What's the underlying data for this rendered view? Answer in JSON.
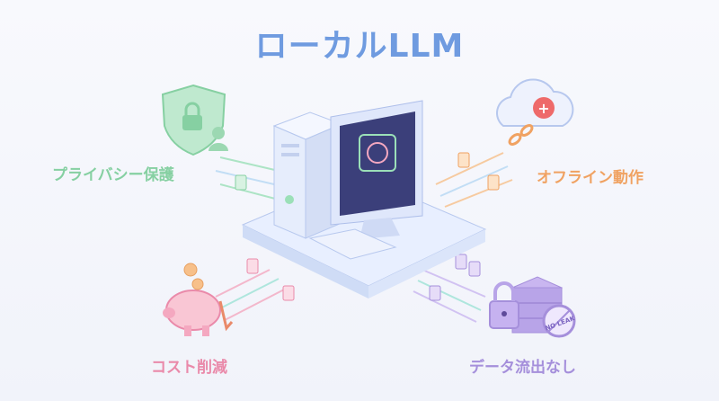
{
  "title": "ローカルLLM",
  "features": {
    "privacy": {
      "label": "プライバシー保護",
      "color": "#86d0a2",
      "icon": "shield-lock-icon"
    },
    "offline": {
      "label": "オフライン動作",
      "color": "#f0a262",
      "icon": "cloud-disconnected-icon"
    },
    "cost": {
      "label": "コスト削減",
      "color": "#ea8aaa",
      "icon": "piggy-bank-icon"
    },
    "data": {
      "label": "データ流出なし",
      "color": "#a58fdb",
      "icon": "lock-server-icon"
    }
  },
  "badge": {
    "text": "NO LEAK"
  },
  "accent": "#6f9be0"
}
